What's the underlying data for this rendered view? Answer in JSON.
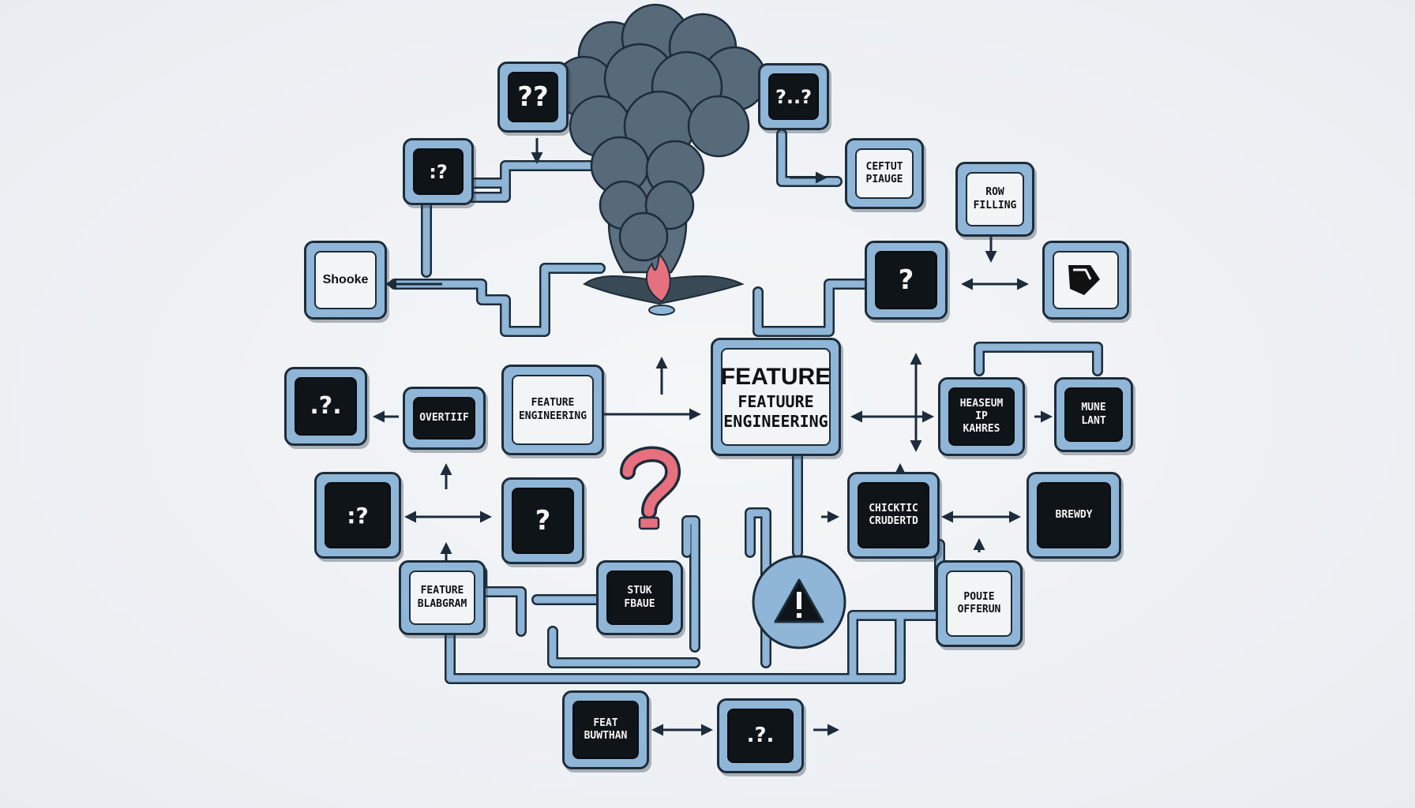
{
  "center": {
    "title": "FEATURE",
    "subtitle": "FEATUURE\nENGINEERING"
  },
  "nodes": {
    "top_left_q": "??",
    "top_right_q": "?..?",
    "left_col_top": ":?",
    "output_place": "CEFTUT\nPIAUGE",
    "row_filling": "ROW\nFILLING",
    "smoke": "Shooke",
    "mid_q": "?",
    "image_panel": "",
    "left_q": ".?.",
    "overtiif": "OVERTIIF",
    "feature_engineering": "FEATURE\nENGINEERING",
    "heaseum": "HEASEUM\nIP\nKAHRES",
    "mune_lant": "MUNE\nLANT",
    "left_bottom_q": ":?",
    "bottom_q": "?",
    "chicktic": "CHICKTIC\nCRUDERTD",
    "brewdy": "BREWDY",
    "feature_blabgram": "FEATURE\nBLABGRAM",
    "stuk_fbaue": "STUK\nFBAUE",
    "pouie_offerun": "POUIE\nOFFERUN",
    "feat_buwthan": "FEAT\nBUWTHAN",
    "bottom_center_q": ".?."
  },
  "warning_icon": "warning-triangle-icon",
  "question_mark_icon": "question-mark-icon",
  "colors": {
    "node_fill": "#8fb6d6",
    "outline": "#1d2c3a",
    "screen": "#0f1418",
    "pipe": "#8fb6d6",
    "smoke": "#4f6170",
    "flame": "#e7707e"
  }
}
